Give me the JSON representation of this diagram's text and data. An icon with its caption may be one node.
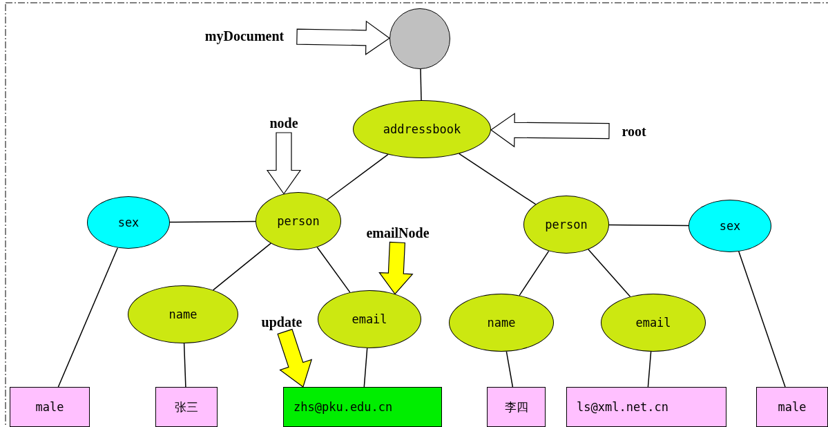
{
  "diagram": {
    "nodes": [
      {
        "text": [],
        "shape": "circle"
      },
      {
        "text": [
          "myDocument"
        ]
      },
      {
        "text": [
          "addressbook"
        ]
      },
      {
        "text": [
          "root"
        ]
      },
      {
        "text": [
          "node"
        ]
      },
      {
        "text": [
          "person"
        ]
      },
      {
        "text": [
          "sex"
        ]
      },
      {
        "text": [
          "person"
        ]
      },
      {
        "text": [
          "sex"
        ]
      },
      {
        "text": [
          "emailNode"
        ]
      },
      {
        "text": [
          "name"
        ]
      },
      {
        "text": [
          "update"
        ]
      },
      {
        "text": [
          "email"
        ]
      },
      {
        "text": [
          "name"
        ]
      },
      {
        "text": [
          "email"
        ]
      },
      {
        "text": [
          "male"
        ]
      },
      {
        "text": [
          "张三"
        ]
      },
      {
        "text": [
          "zhs@pku.edu.cn"
        ]
      },
      {
        "text": [
          "李四"
        ]
      },
      {
        "text": [
          "ls@xml.net.cn"
        ]
      },
      {
        "text": [
          "male"
        ]
      }
    ],
    "edges": [
      {
        "from": 1,
        "to": 0,
        "arrow": "to",
        "style": "thick",
        "color": "#ffffff"
      },
      {
        "from": 0,
        "to": 2,
        "arrow": "none"
      },
      {
        "from": 3,
        "to": 2,
        "arrow": "to",
        "style": "thick",
        "color": "#ffffff"
      },
      {
        "from": 4,
        "to": 5,
        "arrow": "to",
        "style": "thick",
        "color": "#ffffff"
      },
      {
        "from": 2,
        "to": 5,
        "arrow": "none"
      },
      {
        "from": 2,
        "to": 7,
        "arrow": "none"
      },
      {
        "from": 5,
        "to": 6,
        "arrow": "none"
      },
      {
        "from": 7,
        "to": 8,
        "arrow": "none"
      },
      {
        "from": 9,
        "to": 12,
        "arrow": "to",
        "style": "thick",
        "color": "#ffff00"
      },
      {
        "from": 5,
        "to": 10,
        "arrow": "none"
      },
      {
        "from": 5,
        "to": 12,
        "arrow": "none"
      },
      {
        "from": 7,
        "to": 13,
        "arrow": "none"
      },
      {
        "from": 7,
        "to": 14,
        "arrow": "none"
      },
      {
        "from": 11,
        "to": 17,
        "arrow": "to",
        "style": "thick",
        "color": "#ffff00"
      },
      {
        "from": 6,
        "to": 15,
        "arrow": "none"
      },
      {
        "from": 10,
        "to": 16,
        "arrow": "none"
      },
      {
        "from": 12,
        "to": 17,
        "arrow": "none"
      },
      {
        "from": 13,
        "to": 18,
        "arrow": "none"
      },
      {
        "from": 14,
        "to": 19,
        "arrow": "none"
      },
      {
        "from": 8,
        "to": 20,
        "arrow": "none"
      }
    ]
  }
}
